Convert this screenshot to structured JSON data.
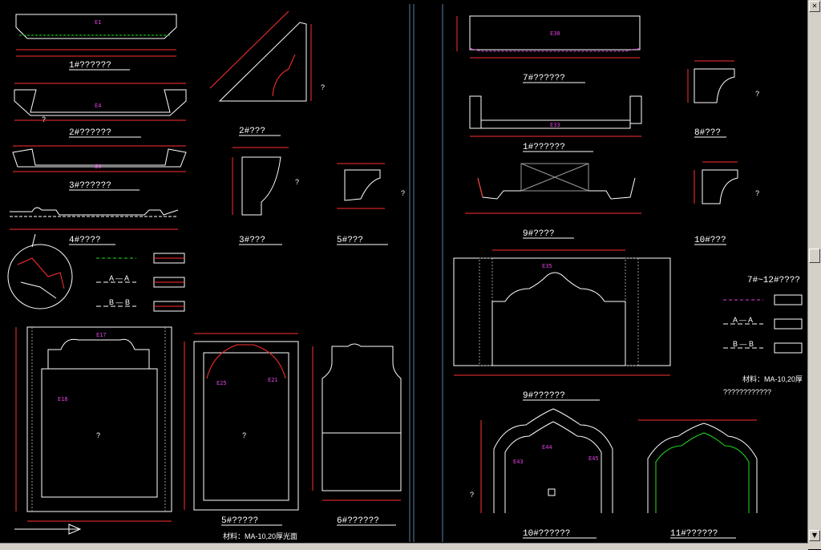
{
  "labels": {
    "l1": "1#??????",
    "l2": "2#??????",
    "l3": "3#??????",
    "l4": "4#????",
    "l5": "5#?????",
    "l6": "6#??????",
    "r7": "7#??????",
    "r8": "8#???",
    "r9": "9#????",
    "r9b": "9#??????",
    "r10": "10#??????",
    "r11": "11#??????",
    "m2": "2#???",
    "m3": "3#???",
    "m5": "5#???",
    "r10b": "10#???"
  },
  "notes": {
    "material_left": "材料：MA-10,20厚光面",
    "material_right": "材料：MA-10,20厚",
    "right_caption": "7#~12#????",
    "right_sub": "????????????",
    "q": "?"
  },
  "legend": {
    "a": "A — A",
    "b": "B — B"
  },
  "magenta_tags": [
    "E1",
    "E4",
    "E6",
    "E30",
    "E33",
    "E17",
    "E18",
    "E21",
    "E25",
    "E35",
    "E43",
    "E44",
    "E45"
  ],
  "colors": {
    "bg": "#000000",
    "line": "#ffffff",
    "dim": "#ff3030",
    "tag": "#e040e0",
    "frame": "#8a8a8a",
    "divider": "#5a7fa0"
  }
}
